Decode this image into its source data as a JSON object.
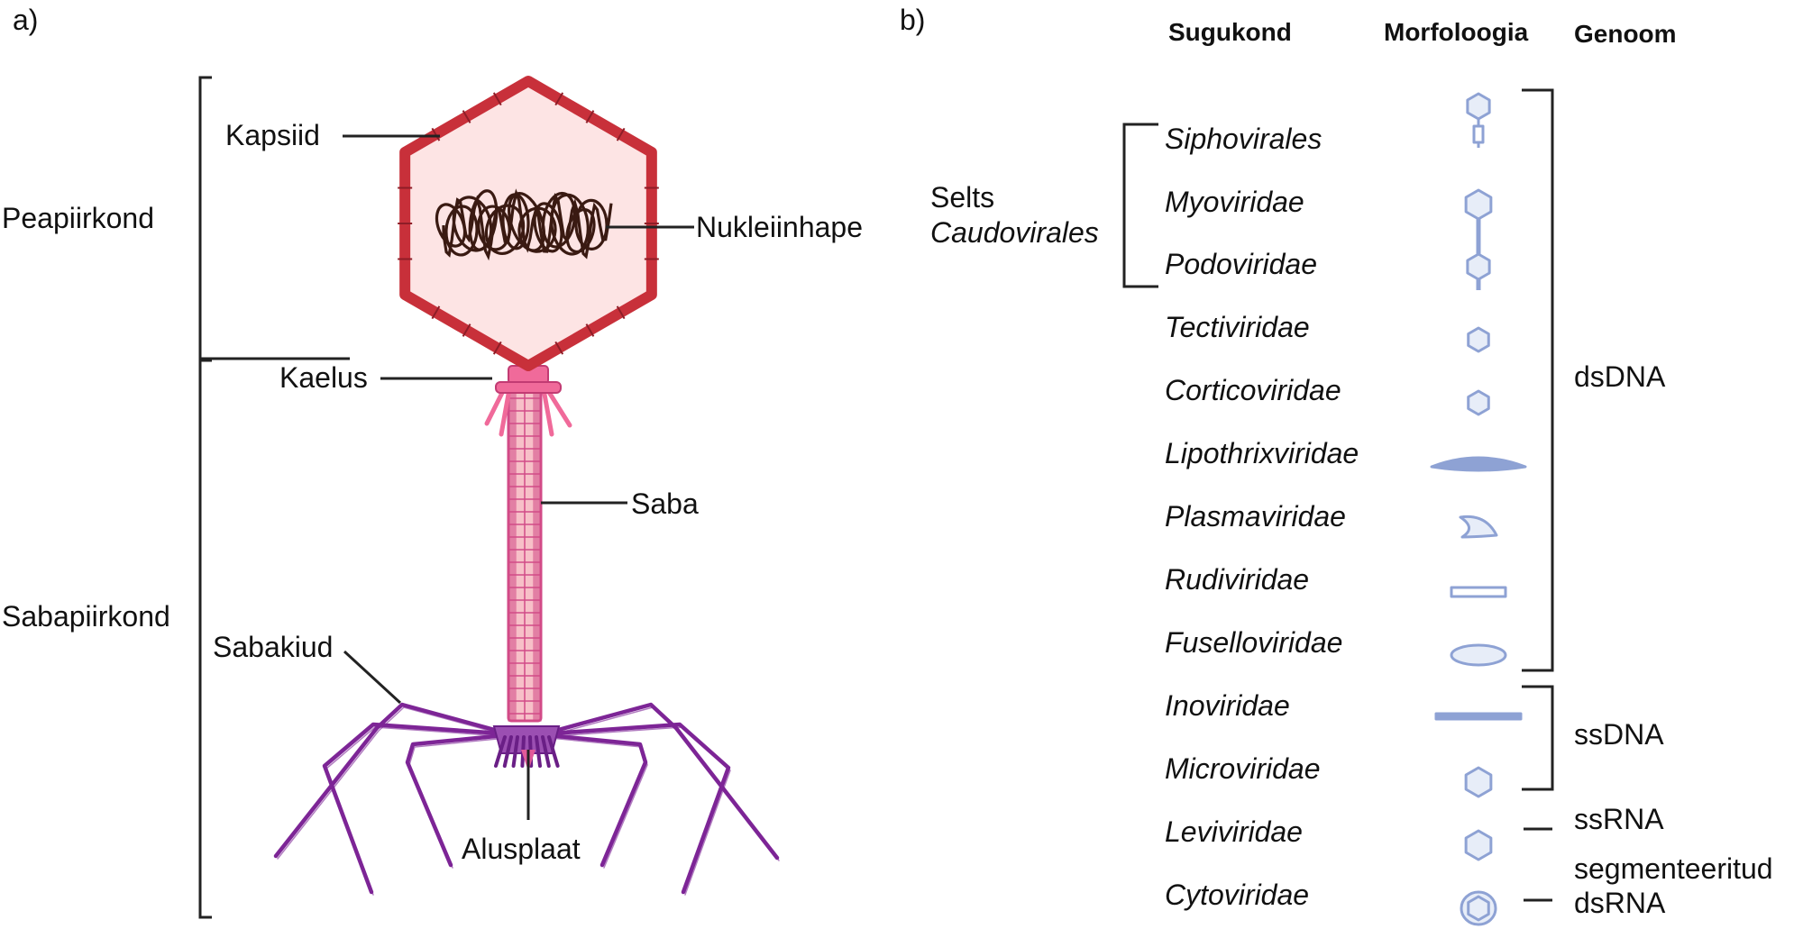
{
  "panel_a": {
    "letter": "a)",
    "regions": {
      "head": "Peapiirkond",
      "tail": "Sabapiirkond"
    },
    "parts": {
      "capsid": "Kapsiid",
      "nucleic_acid": "Nukleiinhape",
      "neck": "Kaelus",
      "tail": "Saba",
      "tail_fibers": "Sabakiud",
      "baseplate": "Alusplaat"
    },
    "colors": {
      "capsid_edge": "#c8303a",
      "capsid_fill": "#fde4e4",
      "dna": "#3a1a12",
      "neck": "#f06a9a",
      "tail": "#d24b87",
      "tail_fill": "#f7c0c8",
      "fibers": "#7d2596"
    }
  },
  "panel_b": {
    "letter": "b)",
    "headers": {
      "family": "Sugukond",
      "morphology": "Morfoloogia",
      "genome": "Genoom"
    },
    "order_group": {
      "line1": "Selts",
      "line2": "Caudovirales"
    },
    "families": [
      {
        "name": "Siphovirales",
        "shape": "siphovirus-icon"
      },
      {
        "name": "Myoviridae",
        "shape": "myovirus-icon"
      },
      {
        "name": "Podoviridae",
        "shape": "podovirus-icon"
      },
      {
        "name": "Tectiviridae",
        "shape": "tectivirus-icon"
      },
      {
        "name": "Corticoviridae",
        "shape": "corticovirus-icon"
      },
      {
        "name": "Lipothrixviridae",
        "shape": "lipothrixvirus-icon"
      },
      {
        "name": "Plasmaviridae",
        "shape": "plasmavirus-icon"
      },
      {
        "name": "Rudiviridae",
        "shape": "rudivirus-icon"
      },
      {
        "name": "Fuselloviridae",
        "shape": "fusellovirus-icon"
      },
      {
        "name": "Inoviridae",
        "shape": "inovirus-icon"
      },
      {
        "name": "Microviridae",
        "shape": "microvirus-icon"
      },
      {
        "name": "Leviviridae",
        "shape": "levivirus-icon"
      },
      {
        "name": "Cytoviridae",
        "shape": "cytovirus-icon"
      }
    ],
    "genomes": [
      {
        "label": "dsDNA"
      },
      {
        "label": "ssDNA"
      },
      {
        "label": "ssRNA"
      },
      {
        "label_line1": "segmenteeritud",
        "label_line2": "dsRNA"
      }
    ],
    "colors": {
      "icon_stroke": "#8ea2d4",
      "icon_fill": "#e7edf8",
      "bracket": "#111111"
    }
  }
}
